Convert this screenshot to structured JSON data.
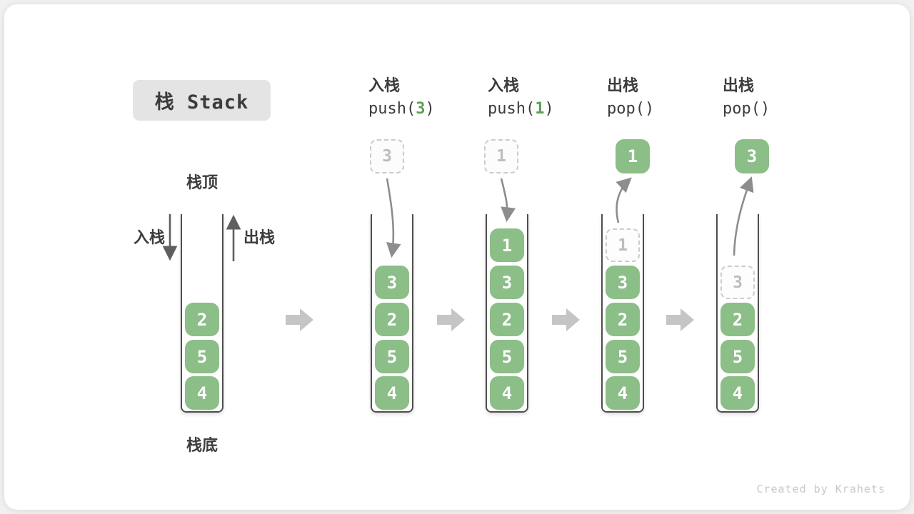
{
  "diagram": {
    "title": "栈 Stack",
    "stack_top_label": "栈顶",
    "stack_bottom_label": "栈底",
    "push_arrow_label": "入栈",
    "pop_arrow_label": "出栈",
    "watermark": "Created by Krahets"
  },
  "columns": [
    {
      "name": "initial-state",
      "stack": [
        "2",
        "5",
        "4"
      ]
    },
    {
      "name": "push-3",
      "op_label": "入栈",
      "code_prefix": "push(",
      "code_arg": "3",
      "code_suffix": ")",
      "incoming": "3",
      "stack": [
        "3",
        "2",
        "5",
        "4"
      ]
    },
    {
      "name": "push-1",
      "op_label": "入栈",
      "code_prefix": "push(",
      "code_arg": "1",
      "code_suffix": ")",
      "incoming": "1",
      "stack": [
        "1",
        "3",
        "2",
        "5",
        "4"
      ]
    },
    {
      "name": "pop-1",
      "op_label": "出栈",
      "code_prefix": "pop()",
      "code_arg": "",
      "code_suffix": "",
      "popped": "1",
      "ghost": "1",
      "stack": [
        "3",
        "2",
        "5",
        "4"
      ]
    },
    {
      "name": "pop-2",
      "op_label": "出栈",
      "code_prefix": "pop()",
      "code_arg": "",
      "code_suffix": "",
      "popped": "3",
      "ghost": "3",
      "stack": [
        "2",
        "5",
        "4"
      ]
    }
  ],
  "colors": {
    "element_green": "#8cbe87",
    "code_arg_green": "#5ba053",
    "title_box_grey": "#e4e4e4",
    "text_dark": "#3c3c3c",
    "ghost_border": "#cccccc",
    "ghost_text": "#bdbdbd",
    "curve_arrow_grey": "#8d8d8d",
    "block_arrow_grey": "#c5c5c5",
    "watermark_grey": "#c8c8c8"
  }
}
